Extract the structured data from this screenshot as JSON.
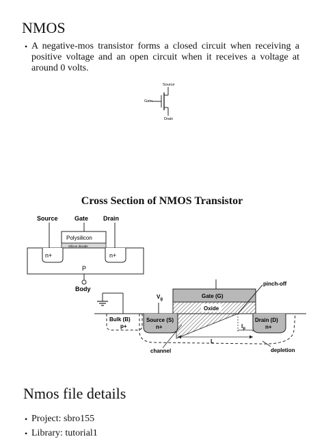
{
  "section1": {
    "title": "NMOS",
    "bullet": "A negative-mos transistor forms a closed circuit when receiving a positive voltage and an open circuit when it receives a voltage at around 0 volts."
  },
  "symbol": {
    "source": "Source",
    "gate": "Gate",
    "drain": "Drain"
  },
  "figure": {
    "title": "Cross Section of NMOS Transistor",
    "diagram1": {
      "source": "Source",
      "gate": "Gate",
      "drain": "Drain",
      "polysilicon": "Polysilicon",
      "silicon_dioxide": "Silicon dioxide",
      "n_left": "n+",
      "n_right": "n+",
      "p": "P",
      "body": "Body"
    },
    "diagram2": {
      "vg": "V",
      "vg_sub": "g",
      "gate": "Gate (G)",
      "oxide": "Oxide",
      "pinch_off": "pinch-off",
      "bulk": "Bulk (B)",
      "p_plus": "p+",
      "source": "Source (S)",
      "source_n": "n+",
      "drain": "Drain (D)",
      "drain_n": "n+",
      "lp": "l",
      "lp_sub": "p",
      "L": "L",
      "channel": "channel",
      "depletion": "depletion"
    }
  },
  "section2": {
    "title": "Nmos file details",
    "items": [
      "Project: sbro155",
      "Library: tutorial1"
    ]
  }
}
